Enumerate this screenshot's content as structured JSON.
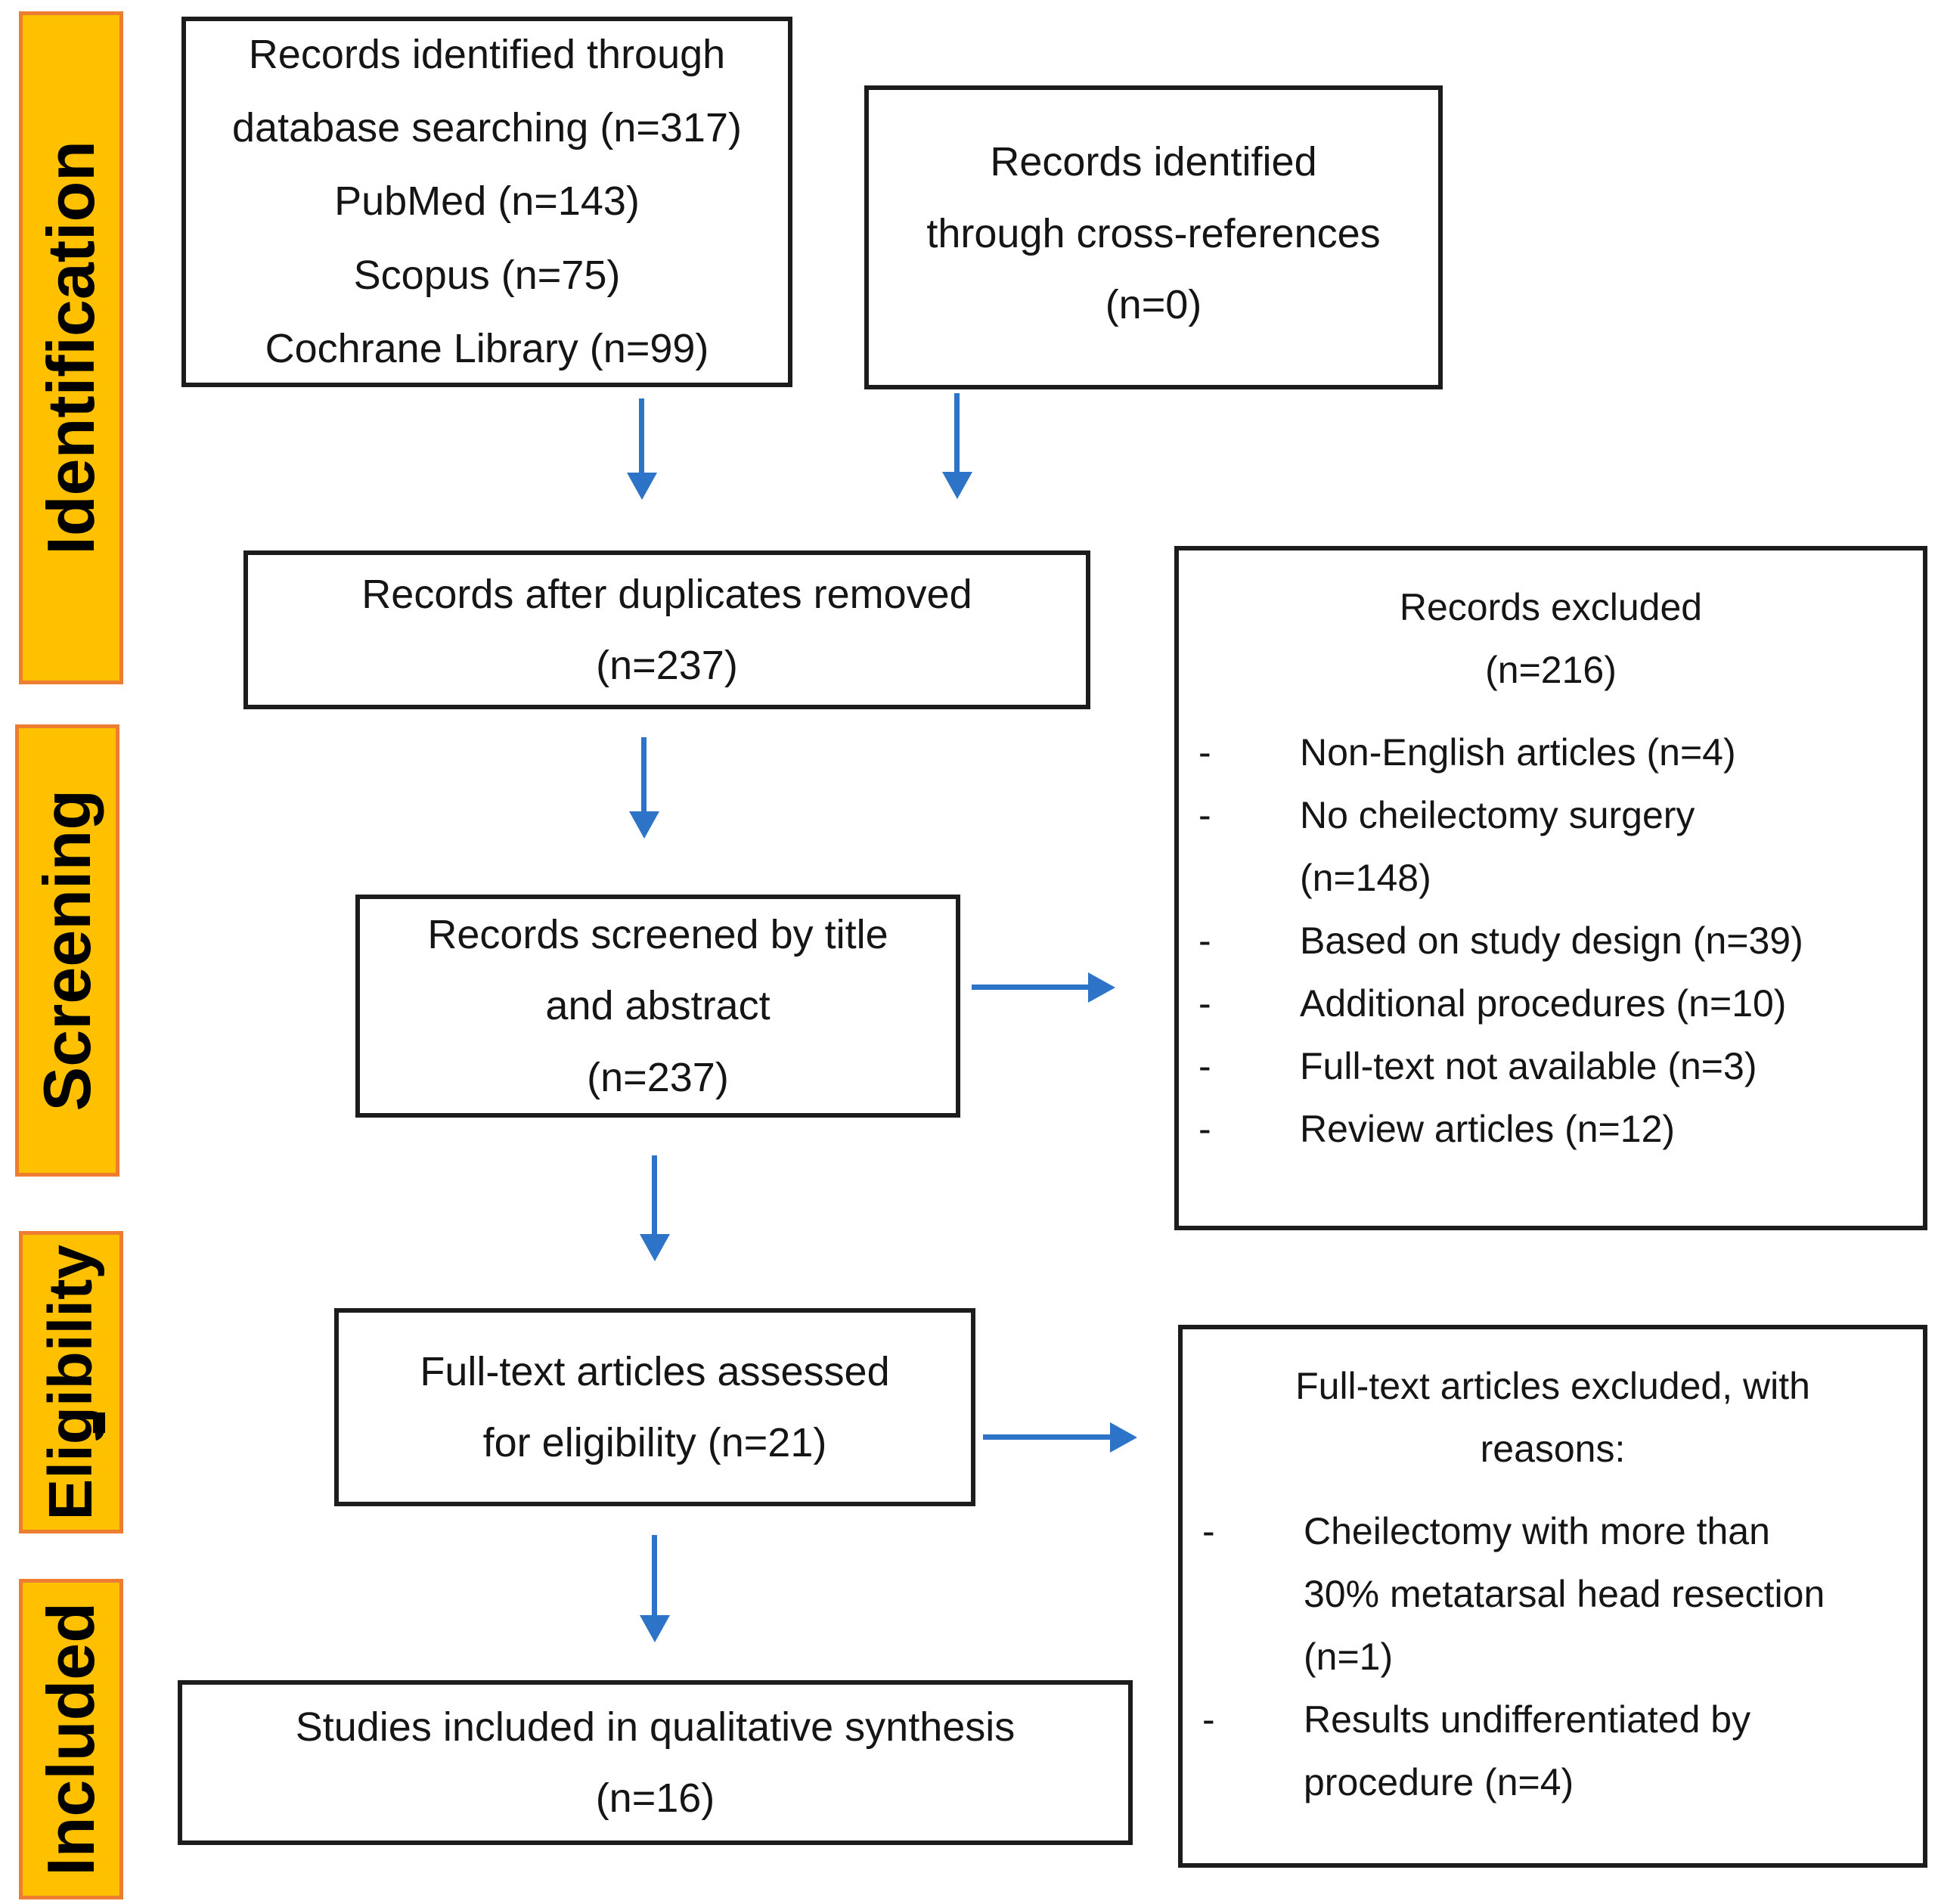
{
  "diagram_type": "PRISMA flow diagram",
  "bullet_char": "-",
  "colors": {
    "stage_label_fill": "#FFC000",
    "stage_label_border": "#ED7D31",
    "arrow_blue": "#2D73C8",
    "box_border": "#1c1c1c",
    "text": "#151515"
  },
  "sidebar": {
    "labels": [
      "Identification",
      "Screening",
      "Eligibility",
      "Included"
    ]
  },
  "boxes": {
    "identified_db": {
      "lines": [
        "Records identified through",
        "database searching (n=317)",
        "PubMed (n=143)",
        "Scopus (n=75)",
        "Cochrane Library (n=99)"
      ]
    },
    "cross_references": {
      "lines": [
        "Records identified",
        "through cross-references",
        "(n=0)"
      ]
    },
    "duplicates_removed": {
      "lines": [
        "Records after duplicates removed",
        "(n=237)"
      ]
    },
    "screened": {
      "lines": [
        "Records screened by title",
        "and abstract",
        "(n=237)"
      ]
    },
    "records_excluded": {
      "title_lines": [
        "Records excluded",
        "(n=216)"
      ],
      "bullets": [
        "Non-English articles (n=4)",
        "No cheilectomy surgery (n=148)",
        "Based on study design (n=39)",
        "Additional procedures (n=10)",
        "Full-text not available (n=3)",
        "Review articles (n=12)"
      ]
    },
    "fulltext_assessed": {
      "lines": [
        "Full-text articles assessed",
        "for eligibility (n=21)"
      ]
    },
    "fulltext_excluded": {
      "title_lines": [
        "Full-text articles excluded, with",
        "reasons:"
      ],
      "bullets": [
        "Cheilectomy with more than 30% metatarsal head resection (n=1)",
        "Results undifferentiated by procedure (n=4)"
      ]
    },
    "included_synthesis": {
      "lines": [
        "Studies included in qualitative synthesis",
        "(n=16)"
      ]
    }
  }
}
